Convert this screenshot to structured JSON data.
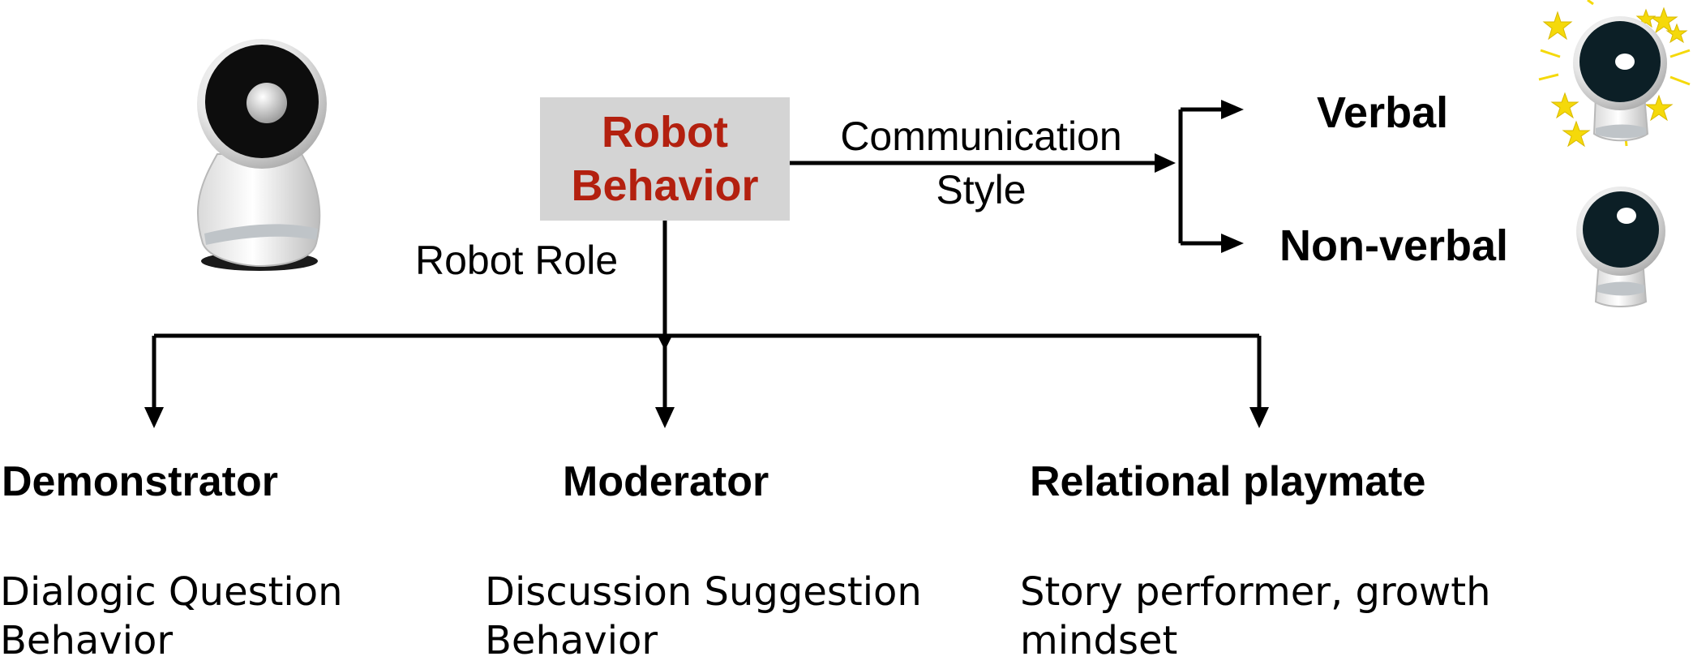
{
  "root": {
    "label_line1": "Robot",
    "label_line2": "Behavior",
    "label_color": "#b3200f",
    "box_color": "#d4d4d4"
  },
  "edges": {
    "communication_line1": "Communication",
    "communication_line2": "Style",
    "role": "Robot Role"
  },
  "communication_styles": [
    {
      "label": "Verbal"
    },
    {
      "label": "Non-verbal"
    }
  ],
  "roles": [
    {
      "title": "Demonstrator",
      "desc_line1": "Dialogic Question",
      "desc_line2": "Behavior"
    },
    {
      "title": "Moderator",
      "desc_line1": "Discussion Suggestion",
      "desc_line2": "Behavior"
    },
    {
      "title": "Relational playmate",
      "desc_line1": "Story performer, growth",
      "desc_line2": "mindset"
    }
  ]
}
